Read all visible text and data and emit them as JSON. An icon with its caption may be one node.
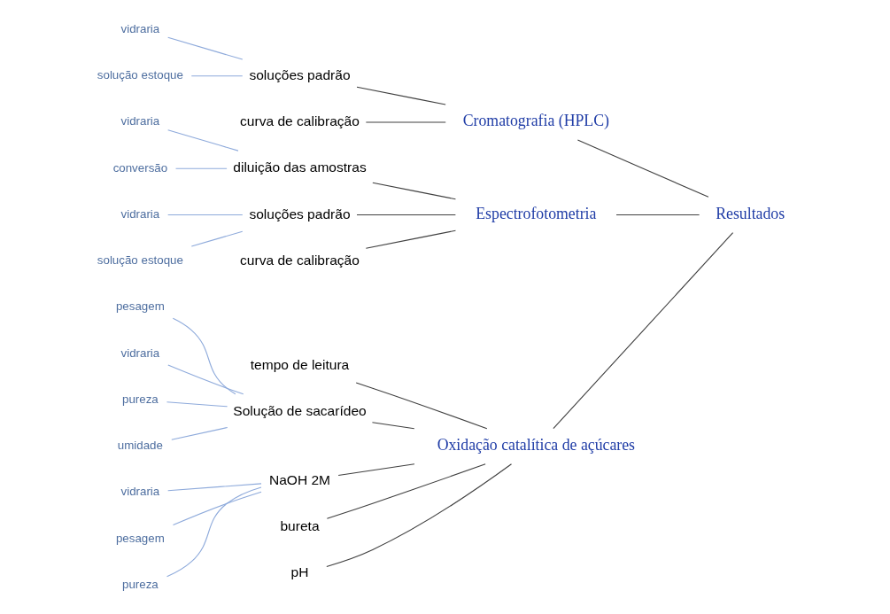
{
  "diagram": {
    "nodes": [
      {
        "text": [
          "Resultados"
        ]
      },
      {
        "text": [
          "Cromatografia (HPLC)"
        ]
      },
      {
        "text": [
          "soluções padrão"
        ]
      },
      {
        "text": [
          "vidraria"
        ]
      },
      {
        "text": [
          "solução estoque"
        ]
      },
      {
        "text": [
          "curva de calibração"
        ]
      },
      {
        "text": [
          "Espectrofotometria"
        ]
      },
      {
        "text": [
          "diluição das amostras"
        ]
      },
      {
        "text": [
          "vidraria"
        ]
      },
      {
        "text": [
          "conversão"
        ]
      },
      {
        "text": [
          "soluções padrão"
        ]
      },
      {
        "text": [
          "vidraria"
        ]
      },
      {
        "text": [
          "solução estoque"
        ]
      },
      {
        "text": [
          "curva de calibração"
        ]
      },
      {
        "text": [
          "Oxidação catalítica de açúcares"
        ]
      },
      {
        "text": [
          "tempo de leitura"
        ]
      },
      {
        "text": [
          "Solução de sacarídeo"
        ]
      },
      {
        "text": [
          "pesagem"
        ]
      },
      {
        "text": [
          "vidraria"
        ]
      },
      {
        "text": [
          "pureza"
        ]
      },
      {
        "text": [
          "umidade"
        ]
      },
      {
        "text": [
          "NaOH 2M"
        ]
      },
      {
        "text": [
          "vidraria"
        ]
      },
      {
        "text": [
          "pesagem"
        ]
      },
      {
        "text": [
          "pureza"
        ]
      },
      {
        "text": [
          "bureta"
        ]
      },
      {
        "text": [
          "pH"
        ]
      }
    ],
    "edges": [
      {
        "from": 1,
        "to": 0,
        "arrow": "none"
      },
      {
        "from": 2,
        "to": 1,
        "arrow": "none"
      },
      {
        "from": 3,
        "to": 2,
        "arrow": "none",
        "color": "#8eaadb"
      },
      {
        "from": 4,
        "to": 2,
        "arrow": "none",
        "color": "#8eaadb"
      },
      {
        "from": 5,
        "to": 1,
        "arrow": "none"
      },
      {
        "from": 6,
        "to": 0,
        "arrow": "none"
      },
      {
        "from": 7,
        "to": 6,
        "arrow": "none"
      },
      {
        "from": 8,
        "to": 7,
        "arrow": "none",
        "color": "#8eaadb"
      },
      {
        "from": 9,
        "to": 7,
        "arrow": "none",
        "color": "#8eaadb"
      },
      {
        "from": 10,
        "to": 6,
        "arrow": "none"
      },
      {
        "from": 11,
        "to": 10,
        "arrow": "none",
        "color": "#8eaadb"
      },
      {
        "from": 12,
        "to": 10,
        "arrow": "none",
        "color": "#8eaadb"
      },
      {
        "from": 13,
        "to": 6,
        "arrow": "none"
      },
      {
        "from": 14,
        "to": 0,
        "arrow": "none"
      },
      {
        "from": 15,
        "to": 14,
        "arrow": "none"
      },
      {
        "from": 16,
        "to": 14,
        "arrow": "none"
      },
      {
        "from": 17,
        "to": 16,
        "arrow": "none",
        "color": "#8eaadb"
      },
      {
        "from": 18,
        "to": 16,
        "arrow": "none",
        "color": "#8eaadb"
      },
      {
        "from": 19,
        "to": 16,
        "arrow": "none",
        "color": "#8eaadb"
      },
      {
        "from": 20,
        "to": 16,
        "arrow": "none",
        "color": "#8eaadb"
      },
      {
        "from": 21,
        "to": 14,
        "arrow": "none"
      },
      {
        "from": 22,
        "to": 21,
        "arrow": "none",
        "color": "#8eaadb"
      },
      {
        "from": 23,
        "to": 21,
        "arrow": "none",
        "color": "#8eaadb"
      },
      {
        "from": 24,
        "to": 21,
        "arrow": "none",
        "color": "#8eaadb"
      },
      {
        "from": 25,
        "to": 14,
        "arrow": "none"
      },
      {
        "from": 26,
        "to": 14,
        "arrow": "none"
      }
    ]
  }
}
